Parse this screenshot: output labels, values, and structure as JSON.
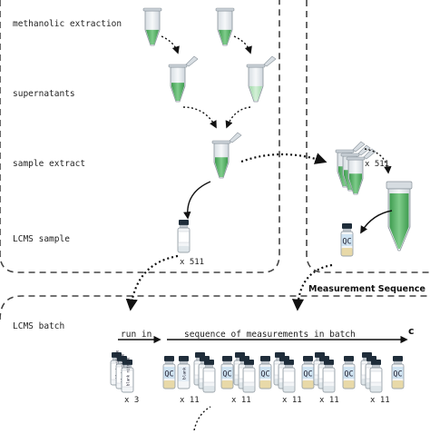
{
  "left_labels": {
    "methanolic_extraction": "methanolic extraction",
    "supernatants": "supernatants",
    "sample_extract": "sample extract",
    "lcms_sample": "LCMS sample",
    "lcms_batch": "LCMS batch"
  },
  "counts": {
    "lcms_sample": "x 511",
    "pooled_extract": "x 511",
    "run_in": "x 3",
    "batch_groups": [
      "x 11",
      "x 11",
      "x 11",
      "x 11",
      "x 11"
    ]
  },
  "measurement_sequence": {
    "title": "Measurement Sequence",
    "panel_letter": "c",
    "run_in_label": "run in",
    "sequence_label": "sequence of measurements in batch"
  },
  "vial_labels": {
    "qc": "QC",
    "blank": "blank",
    "blank_nitrile": "blank nitrile"
  },
  "colors": {
    "tube_green": "#4cae5c",
    "tube_green_light": "#8fd29a",
    "dashed_line": "#444444",
    "vial_cap": "#1f2d3a",
    "vial_label_blue": "#cfe3f2",
    "vial_liquid": "#e8d9a8"
  }
}
